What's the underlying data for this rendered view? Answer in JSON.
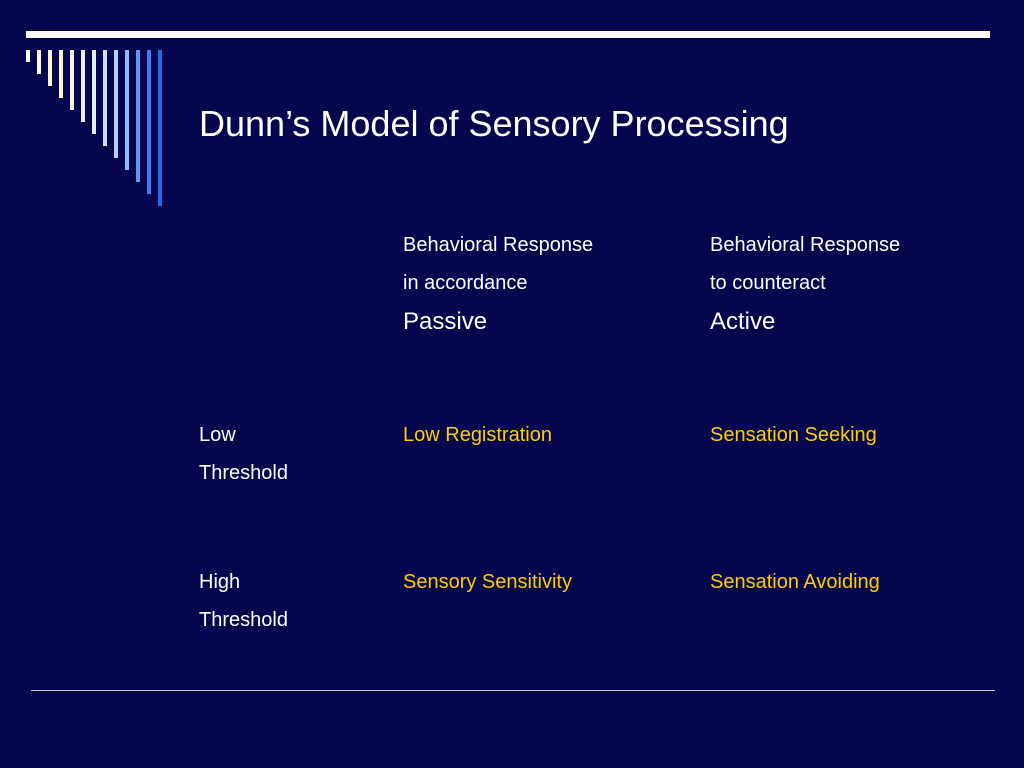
{
  "slide": {
    "title": "Dunn’s Model of Sensory Processing",
    "colors": {
      "background": "#06064f",
      "text": "#ffffff",
      "highlight": "#ffcc00"
    }
  },
  "table": {
    "col1_header": {
      "line1": "Behavioral Response",
      "line2": "in accordance",
      "line3": "Passive"
    },
    "col2_header": {
      "line1": "Behavioral Response",
      "line2": "to counteract",
      "line3": "Active"
    },
    "rows": [
      {
        "label_line1": "Low",
        "label_line2": "Threshold",
        "passive": "Low Registration",
        "active": "Sensation Seeking"
      },
      {
        "label_line1": "High",
        "label_line2": "Threshold",
        "passive": "Sensory Sensitivity",
        "active": "Sensation Avoiding"
      }
    ]
  }
}
